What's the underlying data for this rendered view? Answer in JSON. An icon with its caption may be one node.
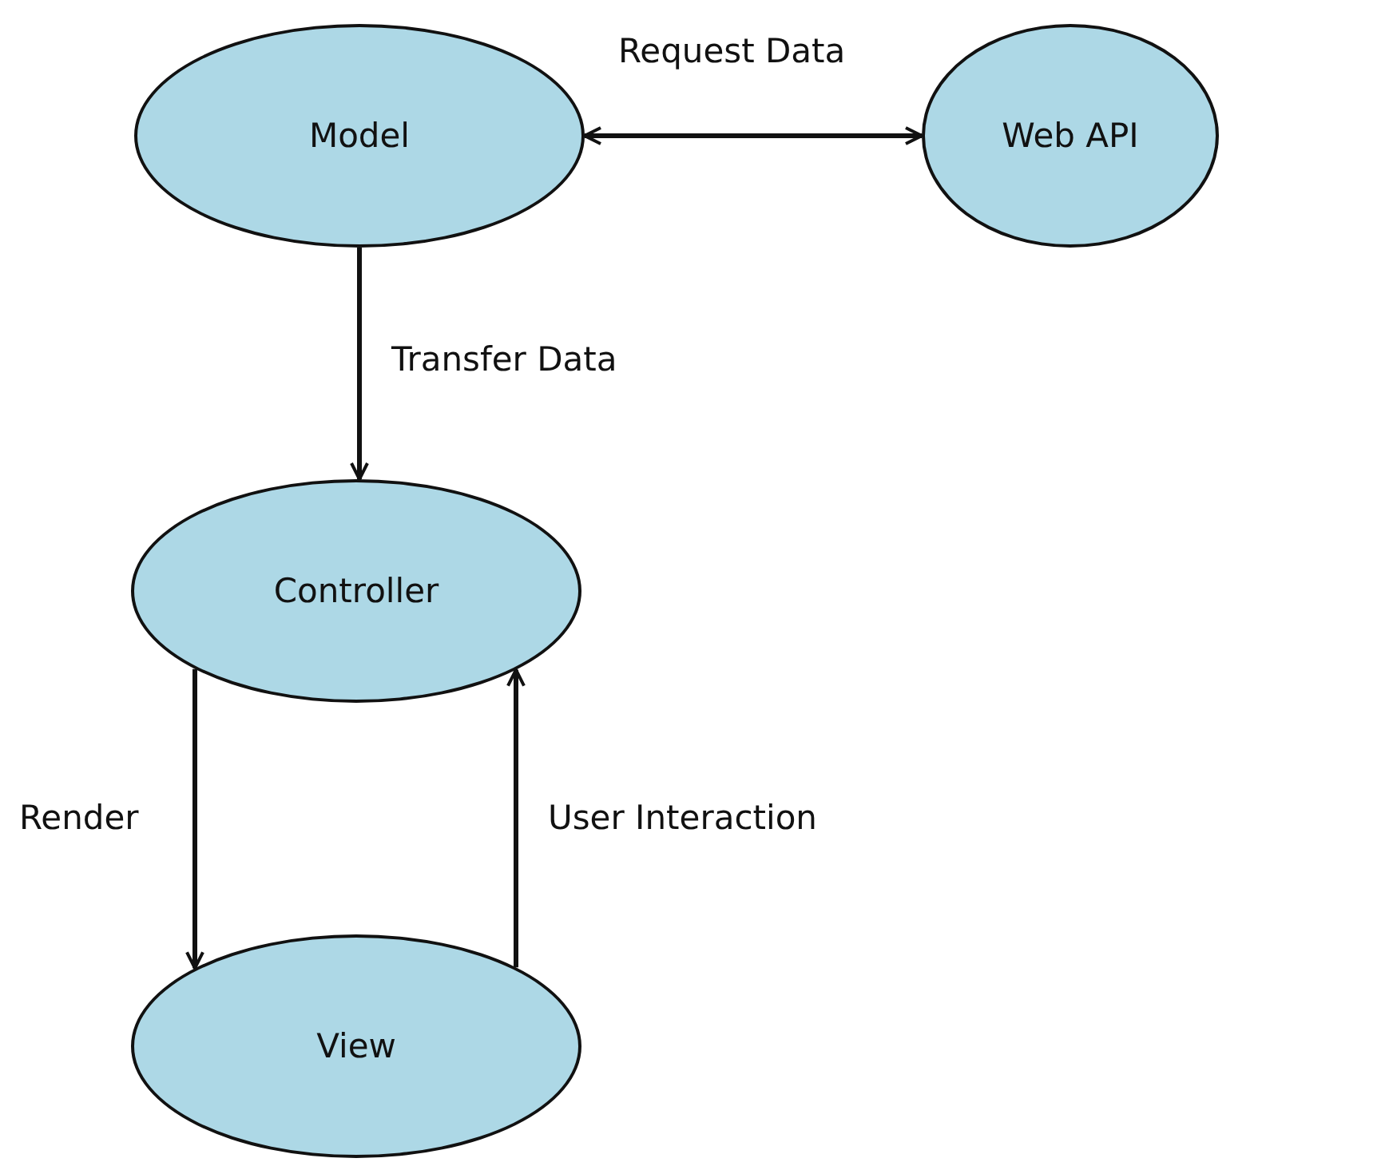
{
  "diagram": {
    "nodes": [
      {
        "text": [
          "Model"
        ]
      },
      {
        "text": [
          "Web API"
        ]
      },
      {
        "text": [
          "Controller"
        ]
      },
      {
        "text": [
          "View"
        ]
      }
    ],
    "edges": [
      {
        "from": 0,
        "to": 1,
        "arrow": "both",
        "label": "Request Data"
      },
      {
        "from": 0,
        "to": 2,
        "arrow": "to",
        "label": "Transfer Data"
      },
      {
        "from": 2,
        "to": 3,
        "arrow": "to",
        "label": "Render"
      },
      {
        "from": 3,
        "to": 2,
        "arrow": "to",
        "label": "User Interaction"
      }
    ]
  }
}
